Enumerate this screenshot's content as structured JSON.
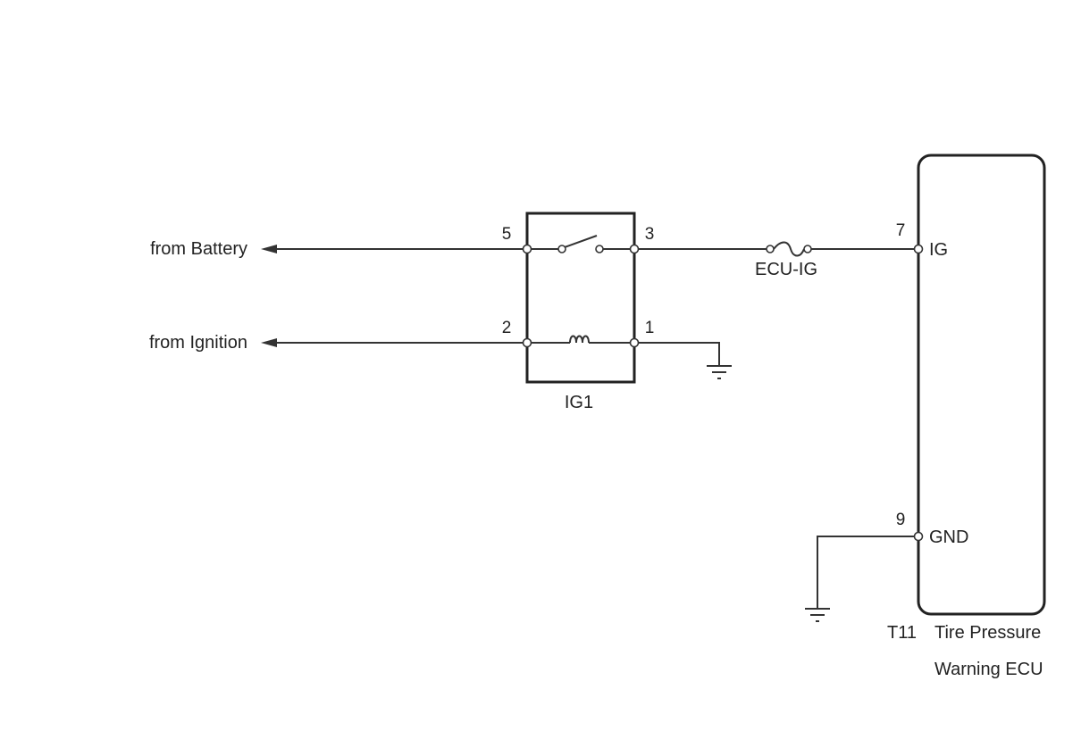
{
  "inputs": {
    "battery_label": "from Battery",
    "ignition_label": "from Ignition"
  },
  "relay": {
    "name": "IG1",
    "pins": {
      "p5": "5",
      "p3": "3",
      "p2": "2",
      "p1": "1"
    }
  },
  "fuse": {
    "name": "ECU-IG"
  },
  "ecu": {
    "connector": "T11",
    "name_line1": "Tire Pressure",
    "name_line2": "Warning ECU",
    "pin_ig_number": "7",
    "pin_ig_label": "IG",
    "pin_gnd_number": "9",
    "pin_gnd_label": "GND"
  },
  "colors": {
    "line": "#333333",
    "text": "#222222",
    "background": "#ffffff"
  }
}
